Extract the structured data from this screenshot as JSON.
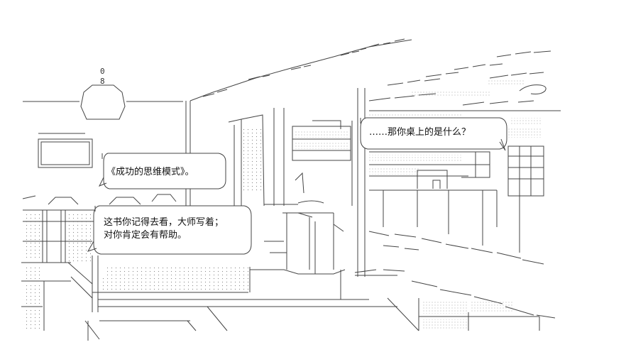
{
  "bubbles": {
    "book_title": "《成功的思维模式》。",
    "advice_line1": "这书你记得去看，大师写着；",
    "advice_line2": "对你肯定会有帮助。",
    "question": "……那你桌上的是什么？"
  },
  "colors": {
    "line": "#444444",
    "dots": "#888888",
    "background": "#ffffff"
  }
}
